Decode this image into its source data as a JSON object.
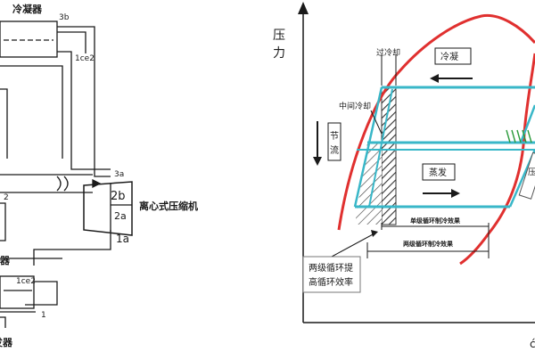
{
  "left_diagram": {
    "condenser_label": "冷凝器",
    "label_3b": "3b",
    "label_1ce2": "1ce2",
    "label_3a": "3a",
    "label_2": "2",
    "label_2b": "2b",
    "label_2a": "2a",
    "label_1a": "1a",
    "compressor_label": "离心式压缩机",
    "label_fragment_mid": "器",
    "label_1ce2_bottom": "1ce2",
    "label_1": "1",
    "bottom_label_fragment": "发器"
  },
  "right_diagram": {
    "y_axis_label_top": "压",
    "y_axis_label_bottom": "力",
    "subcool_label": "过冷却",
    "condense_label": "冷凝",
    "intermediate_cool_label": "中间冷却",
    "throttle_label": "节流",
    "evaporate_label": "蒸发",
    "single_stage_label": "单级循环制冷效果",
    "two_stage_label": "两级循环制冷效果",
    "note_line1": "两级循环提",
    "note_line2": "高循环效率",
    "right_edge_fragment": "压",
    "bottom_right_fragment": "ć"
  },
  "colors": {
    "line": "#1a1a1a",
    "cycle_cyan": "#39b7c8",
    "saturation_red": "#e0302f",
    "hatch": "#333333",
    "gray_line": "#888888",
    "green_hatch": "#2a9a3a"
  }
}
